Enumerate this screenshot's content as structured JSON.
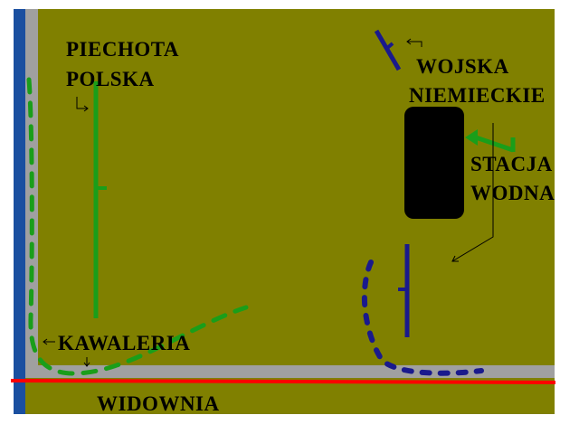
{
  "colors": {
    "field": "#808000",
    "river": "#1a4fa0",
    "road": "#a0a0a0",
    "divider": "#ff0000",
    "polish_troops": "#1a9e1a",
    "german_troops": "#1a1a8c",
    "station": "#000000",
    "pointer": "#000000"
  },
  "labels": {
    "piechota_line1": "PIECHOTA",
    "piechota_line2": "POLSKA",
    "wojska_line1": "WOJSKA",
    "wojska_line2": "NIEMIECKIE",
    "stacja_line1": "STACJA",
    "stacja_line2": "WODNA",
    "kawaleria": "KAWALERIA",
    "widownia": "WIDOWNIA"
  }
}
